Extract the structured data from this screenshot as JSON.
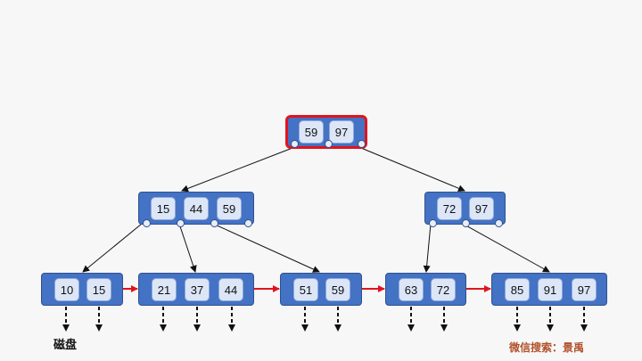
{
  "nodes": [
    {
      "id": "root",
      "keys": [
        "59",
        "97"
      ]
    },
    {
      "id": "mid-left",
      "keys": [
        "15",
        "44",
        "59"
      ]
    },
    {
      "id": "mid-right",
      "keys": [
        "72",
        "97"
      ]
    },
    {
      "id": "leaf-1",
      "keys": [
        "10",
        "15"
      ]
    },
    {
      "id": "leaf-2",
      "keys": [
        "21",
        "37",
        "44"
      ]
    },
    {
      "id": "leaf-3",
      "keys": [
        "51",
        "59"
      ]
    },
    {
      "id": "leaf-4",
      "keys": [
        "63",
        "72"
      ]
    },
    {
      "id": "leaf-5",
      "keys": [
        "85",
        "91",
        "97"
      ]
    }
  ],
  "labels": {
    "disk": "磁盘",
    "watermark": "微信搜索：景禹"
  },
  "colors": {
    "node": "#4472c4",
    "key": "#dce6f7",
    "root_border": "#e0141e",
    "leaf_link": "#e0141e",
    "edge": "#111111"
  }
}
